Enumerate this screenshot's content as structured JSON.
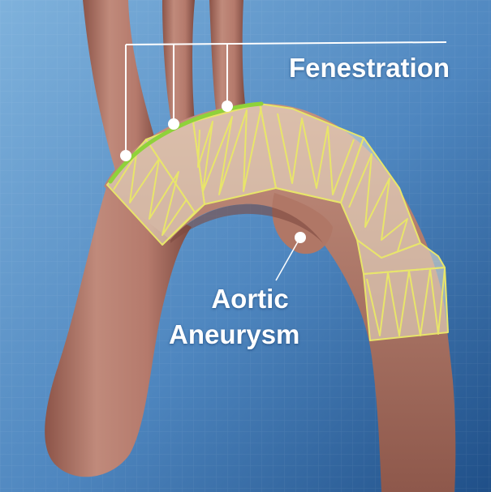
{
  "labels": {
    "fenestration": "Fenestration",
    "aortic": "Aortic",
    "aneurysm": "Aneurysm"
  },
  "colors": {
    "background_light": "#6fa3d2",
    "background_dark": "#245a94",
    "vessel": "#b57a6c",
    "vessel_shadow": "#8c5448",
    "stent_fabric": "#efe6cf",
    "stent_wire": "#e8e56a",
    "fenestration_highlight": "#8fd23a",
    "callout_line": "#ffffff"
  }
}
